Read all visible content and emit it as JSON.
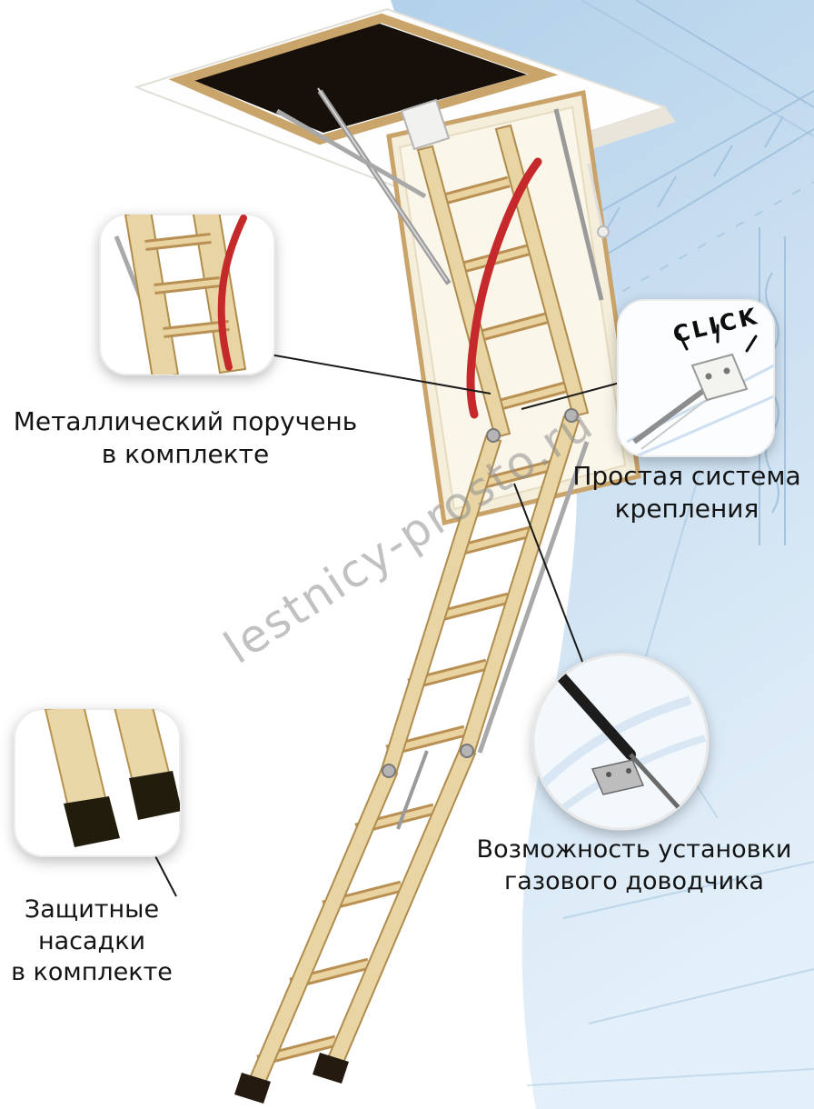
{
  "watermark": "lestnicy-prosto.ru",
  "labels": {
    "handrail": {
      "line1": "Металлический поручень",
      "line2": "в комплекте"
    },
    "mounting": {
      "line1": "Простая система",
      "line2": "крепления"
    },
    "gas_closer": {
      "line1": "Возможность установки",
      "line2": "газового доводчика"
    },
    "protective_caps": {
      "line1": "Защитные",
      "line2": "насадки",
      "line3": "в комплекте"
    }
  },
  "inset_click_text": "CLICK",
  "colors": {
    "sky_blue_top": "#b2d1ea",
    "sky_blue_bottom": "#e3f0f9",
    "blueprint_line": "#9dbfdc",
    "wood": "#e8d5a3",
    "wood_edge": "#b08c4e",
    "handrail_red": "#c5292b",
    "cap_black": "#241a10"
  }
}
